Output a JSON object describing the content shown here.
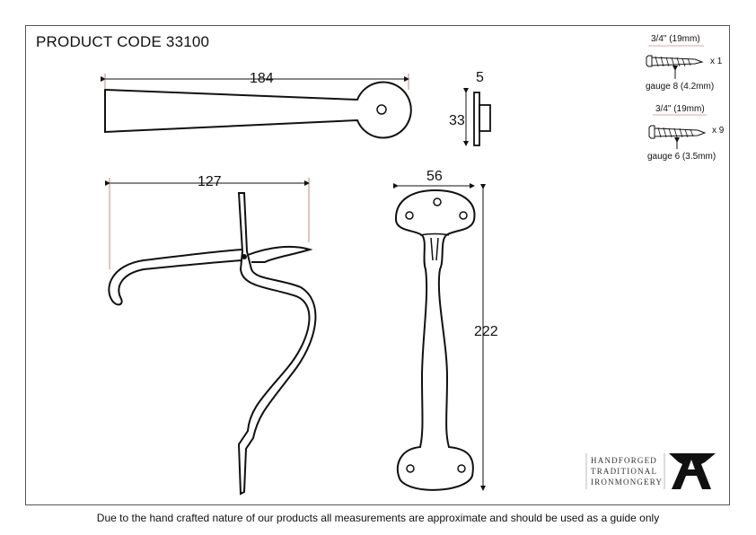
{
  "title": "PRODUCT CODE 33100",
  "footer": "Due to the hand crafted nature of our products all measurements are approximate and should be used as a guide only",
  "dimensions": {
    "top_length": "184",
    "thickness": "5",
    "height_small": "33",
    "latch_length": "127",
    "handle_width": "56",
    "handle_height": "222"
  },
  "screws": [
    {
      "length": "3/4\" (19mm)",
      "qty": "x 1",
      "gauge": "gauge 8 (4.2mm)"
    },
    {
      "length": "3/4\" (19mm)",
      "qty": "x 9",
      "gauge": "gauge 6 (3.5mm)"
    }
  ],
  "logo": {
    "line1": "HANDFORGED",
    "line2": "TRADITIONAL",
    "line3": "IRONMONGERY"
  }
}
